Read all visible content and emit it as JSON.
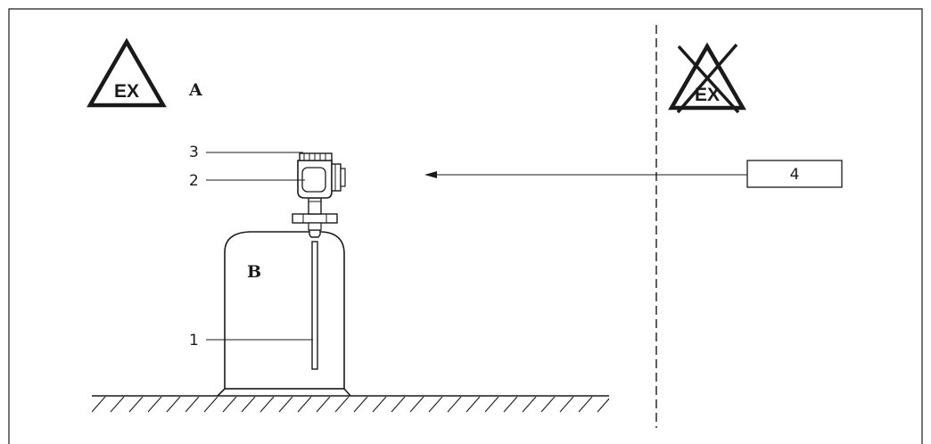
{
  "diagram": {
    "hazardous_area": {
      "label": "A",
      "symbol_text": "EX",
      "symbol_icon": "ex-warning-triangle-icon"
    },
    "non_hazardous_area": {
      "symbol_text": "EX",
      "symbol_icon": "ex-crossed-out-icon"
    },
    "tank_label": "B",
    "callouts": [
      {
        "id": "3",
        "text": "3"
      },
      {
        "id": "2",
        "text": "2"
      },
      {
        "id": "1",
        "text": "1"
      },
      {
        "id": "4",
        "text": "4"
      }
    ],
    "colors": {
      "line": "#1a1a1a",
      "background": "#ffffff"
    }
  }
}
